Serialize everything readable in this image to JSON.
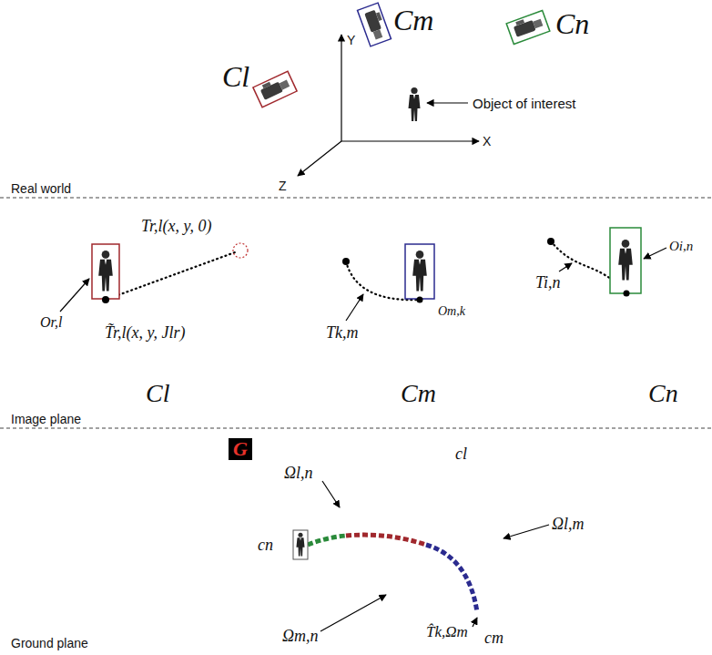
{
  "diagram": {
    "nodes": [
      {
        "text": [
          "Tr,l(x, y, 0)",
          "Or,l",
          "T̃r,l(x, y, Jlr)",
          "Cl"
        ]
      },
      {
        "text": [
          "Tk,m",
          "Om,k",
          "Cm"
        ]
      },
      {
        "text": [
          "Ti,n",
          "Oi,n",
          "Cn"
        ]
      },
      {
        "text": [
          "G",
          "Ωl,n",
          "Ωl,m",
          "Ωm,n",
          "T̂k,Ωm"
        ]
      },
      {
        "text": [
          "cl"
        ],
        "in": 3
      },
      {
        "text": [
          "cm"
        ],
        "in": 3
      },
      {
        "text": [
          "cn"
        ],
        "in": 3
      }
    ],
    "labels": [
      "Cl",
      "Cm",
      "Cn",
      "Y",
      "X",
      "Z",
      "Object of interest",
      "Real world",
      "Image plane",
      "Ground plane"
    ]
  }
}
